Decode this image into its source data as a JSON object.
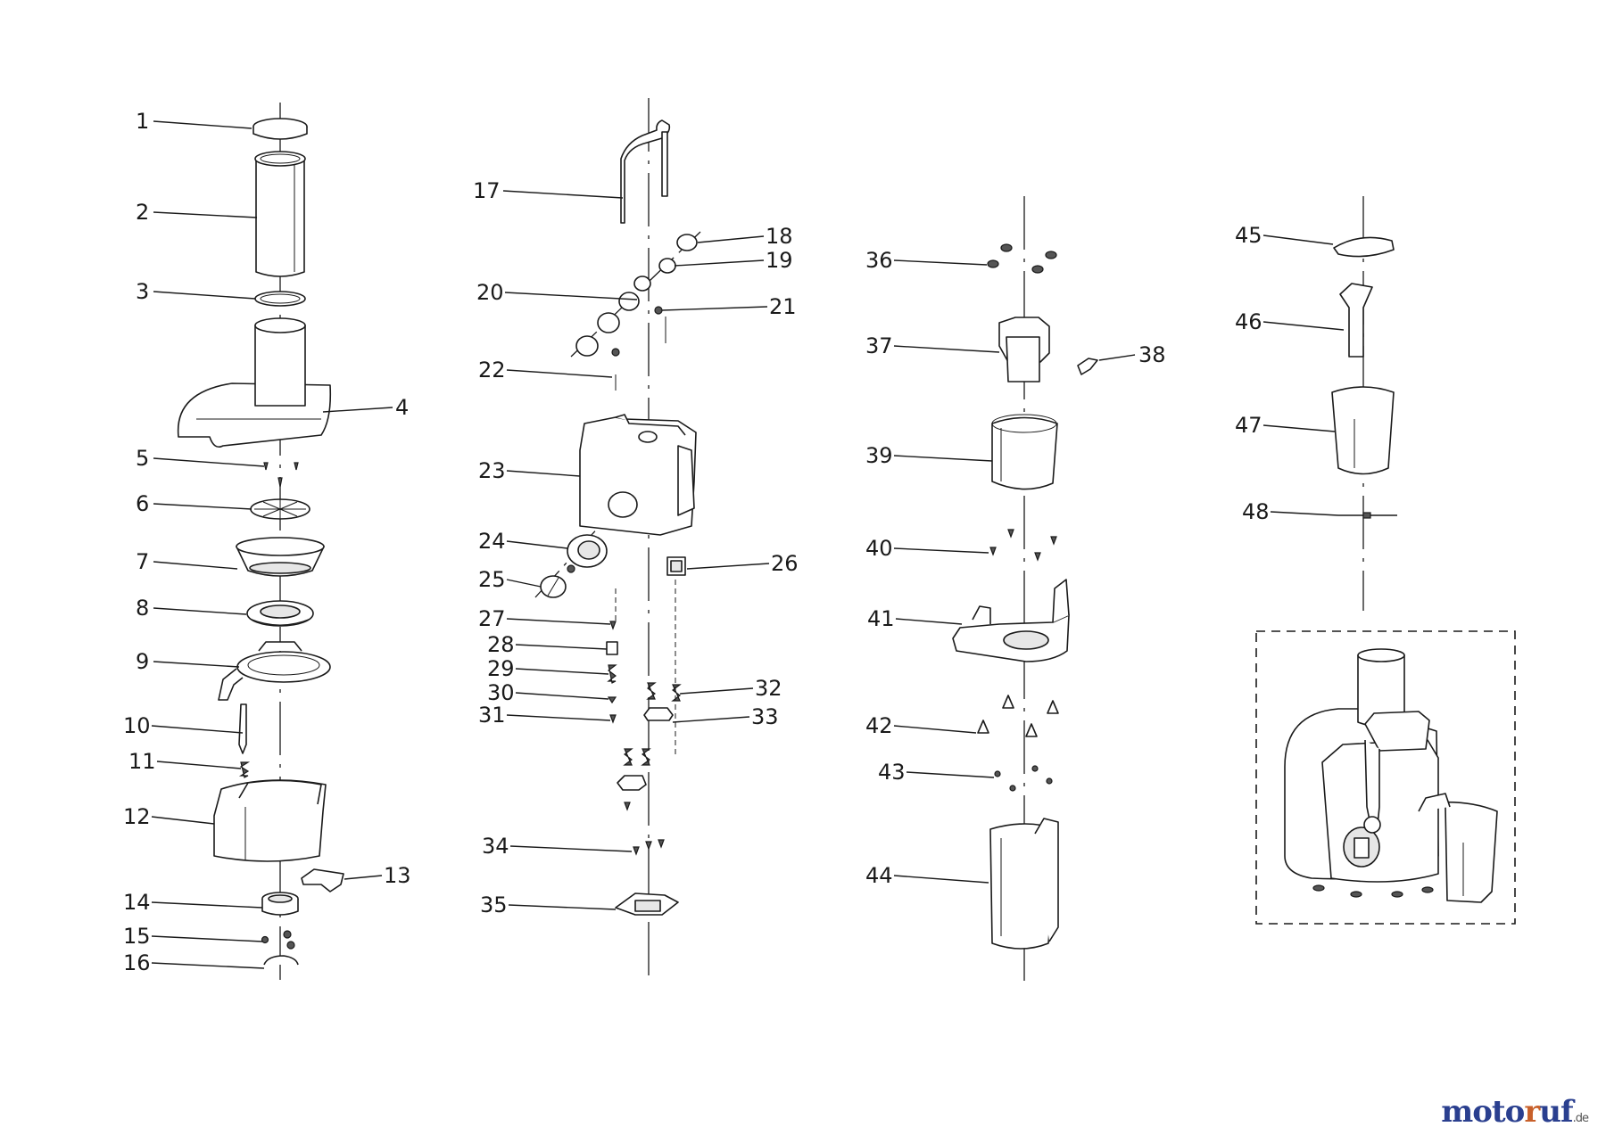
{
  "parts": [
    {
      "id": "1",
      "label": "1"
    },
    {
      "id": "2",
      "label": "2"
    },
    {
      "id": "3",
      "label": "3"
    },
    {
      "id": "4",
      "label": "4"
    },
    {
      "id": "5",
      "label": "5"
    },
    {
      "id": "6",
      "label": "6"
    },
    {
      "id": "7",
      "label": "7"
    },
    {
      "id": "8",
      "label": "8"
    },
    {
      "id": "9",
      "label": "9"
    },
    {
      "id": "10",
      "label": "10"
    },
    {
      "id": "11",
      "label": "11"
    },
    {
      "id": "12",
      "label": "12"
    },
    {
      "id": "13",
      "label": "13"
    },
    {
      "id": "14",
      "label": "14"
    },
    {
      "id": "15",
      "label": "15"
    },
    {
      "id": "16",
      "label": "16"
    },
    {
      "id": "17",
      "label": "17"
    },
    {
      "id": "18",
      "label": "18"
    },
    {
      "id": "19",
      "label": "19"
    },
    {
      "id": "20",
      "label": "20"
    },
    {
      "id": "21",
      "label": "21"
    },
    {
      "id": "22",
      "label": "22"
    },
    {
      "id": "23",
      "label": "23"
    },
    {
      "id": "24",
      "label": "24"
    },
    {
      "id": "25",
      "label": "25"
    },
    {
      "id": "26",
      "label": "26"
    },
    {
      "id": "27",
      "label": "27"
    },
    {
      "id": "28",
      "label": "28"
    },
    {
      "id": "29",
      "label": "29"
    },
    {
      "id": "30",
      "label": "30"
    },
    {
      "id": "31",
      "label": "31"
    },
    {
      "id": "32",
      "label": "32"
    },
    {
      "id": "33",
      "label": "33"
    },
    {
      "id": "34",
      "label": "34"
    },
    {
      "id": "35",
      "label": "35"
    },
    {
      "id": "36",
      "label": "36"
    },
    {
      "id": "37",
      "label": "37"
    },
    {
      "id": "38",
      "label": "38"
    },
    {
      "id": "39",
      "label": "39"
    },
    {
      "id": "40",
      "label": "40"
    },
    {
      "id": "41",
      "label": "41"
    },
    {
      "id": "42",
      "label": "42"
    },
    {
      "id": "43",
      "label": "43"
    },
    {
      "id": "44",
      "label": "44"
    },
    {
      "id": "45",
      "label": "45"
    },
    {
      "id": "46",
      "label": "46"
    },
    {
      "id": "47",
      "label": "47"
    },
    {
      "id": "48",
      "label": "48"
    }
  ],
  "watermark": {
    "part1": "moto",
    "part2": "r",
    "part3": "uf",
    "tld": ".de"
  },
  "colors": {
    "line": "#1a1a1a",
    "watermark_blue": "#2a3f8f",
    "watermark_orange": "#c8602a"
  }
}
